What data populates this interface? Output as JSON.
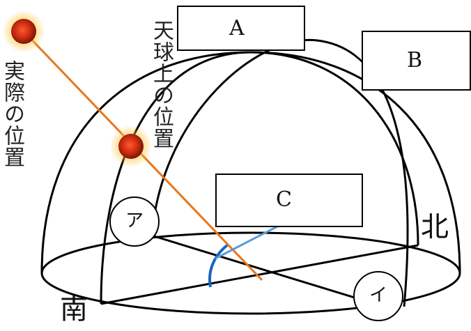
{
  "labels": {
    "actual_position": "実際の位置",
    "celestial_position": "天球上の位置",
    "south": "南",
    "north": "北"
  },
  "boxes": {
    "a": "A",
    "b": "B",
    "c": "C"
  },
  "markers": {
    "a": "ア",
    "i": "イ"
  },
  "colors": {
    "sun_line": "#e8761a",
    "angle_arc": "#1565c0",
    "altitude_line": "#5b9bd5",
    "outline": "#000000"
  }
}
